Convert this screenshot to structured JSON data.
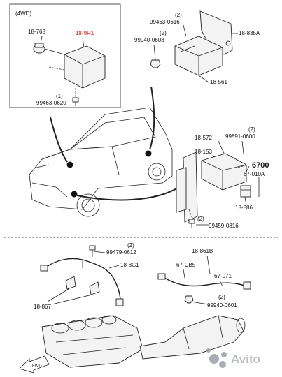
{
  "box_4wd": {
    "title": "(4WD)",
    "part_sensor": "18-768",
    "part_module": "18-9R1",
    "bolt_qty": "(1)",
    "bolt_part": "99463-0620"
  },
  "top_right": {
    "bolt_qty": "(2)",
    "bolt_part": "99463-0616",
    "nut_qty": "(2)",
    "nut_part": "99940-0603",
    "bracket": "18-835A",
    "module": "18-561"
  },
  "mid_right": {
    "part_572": "18-572",
    "bolt_qty": "(2)",
    "bolt_part": "99891-0600",
    "part_153": "18-153",
    "code_6700": "6700",
    "part_67010a": "67-010A",
    "part_886": "18-886",
    "screw_qty": "(2)",
    "screw_part": "99459-0816"
  },
  "bottom": {
    "sensor_qty": "(2)",
    "sensor_part": "99479-0612",
    "part_8g1": "18-8G1",
    "part_861b": "18-861B",
    "part_67cb5": "67-CB5",
    "part_67071": "67-071",
    "part_867": "18-867",
    "clip_qty": "(2)",
    "clip_part": "99940-0601",
    "fwd": "FWD"
  },
  "watermark": {
    "text": "Avito"
  },
  "colors": {
    "highlight": "#d9534f",
    "line": "#222222",
    "watermark_bg": "#9aa0a6"
  }
}
